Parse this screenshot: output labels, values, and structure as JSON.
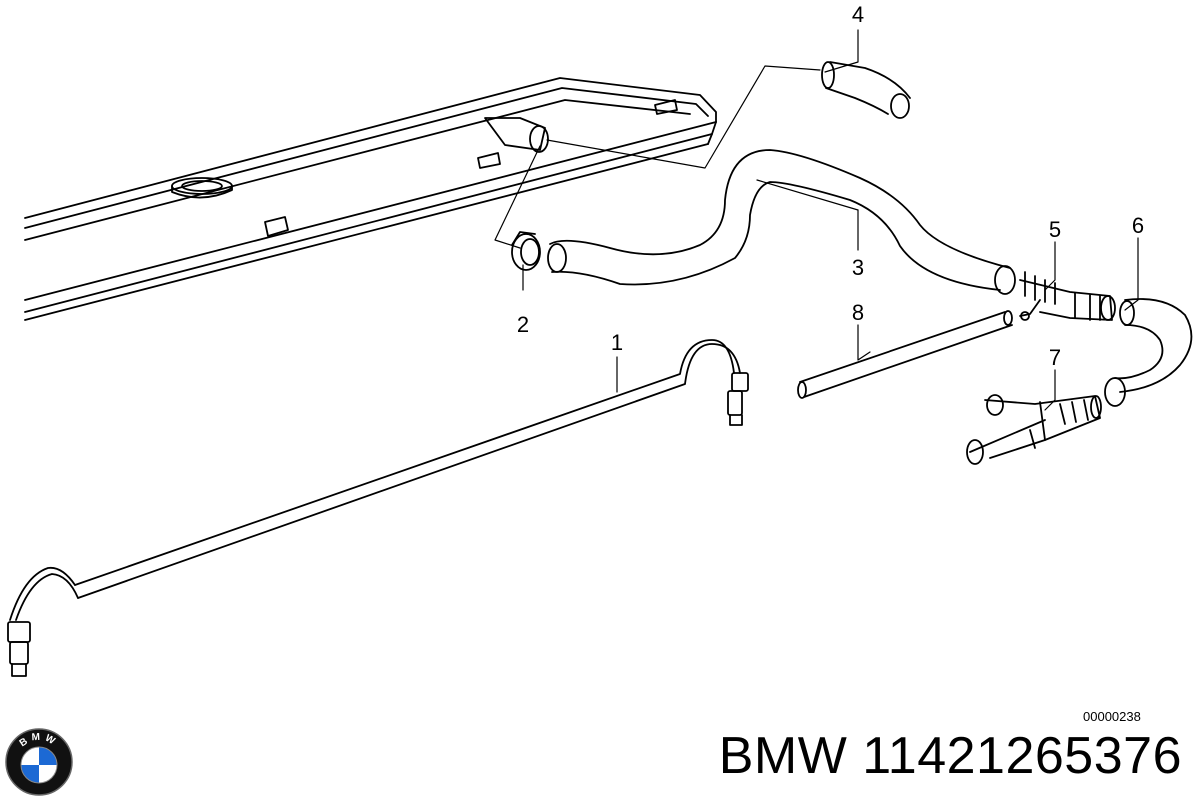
{
  "diagram": {
    "callouts": [
      {
        "id": "1",
        "label": "1"
      },
      {
        "id": "2",
        "label": "2"
      },
      {
        "id": "3",
        "label": "3"
      },
      {
        "id": "4",
        "label": "4"
      },
      {
        "id": "5",
        "label": "5"
      },
      {
        "id": "6",
        "label": "6"
      },
      {
        "id": "7",
        "label": "7"
      },
      {
        "id": "8",
        "label": "8"
      }
    ],
    "reference_code": "00000238"
  },
  "branding": {
    "logo_letters": "BMW",
    "part_title": "BMW 11421265376"
  },
  "colors": {
    "line": "#000000",
    "background": "#ffffff",
    "logo_blue": "#1c69d4"
  }
}
